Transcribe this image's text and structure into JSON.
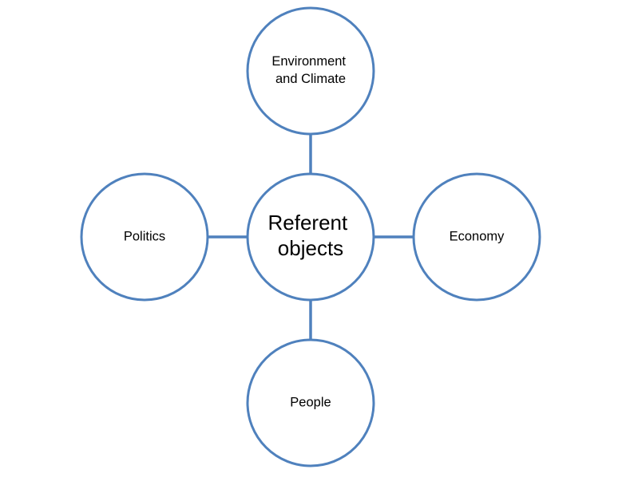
{
  "diagram": {
    "colors": {
      "stroke": "#4f81bd",
      "connector": "#4f81bd",
      "fill": "#ffffff",
      "text": "#000000"
    },
    "center": {
      "lines": [
        "Referent",
        "objects"
      ]
    },
    "nodes": [
      {
        "id": "environment",
        "lines": [
          "Environment",
          "and Climate"
        ]
      },
      {
        "id": "politics",
        "lines": [
          "Politics"
        ]
      },
      {
        "id": "economy",
        "lines": [
          "Economy"
        ]
      },
      {
        "id": "people",
        "lines": [
          "People"
        ]
      }
    ]
  }
}
